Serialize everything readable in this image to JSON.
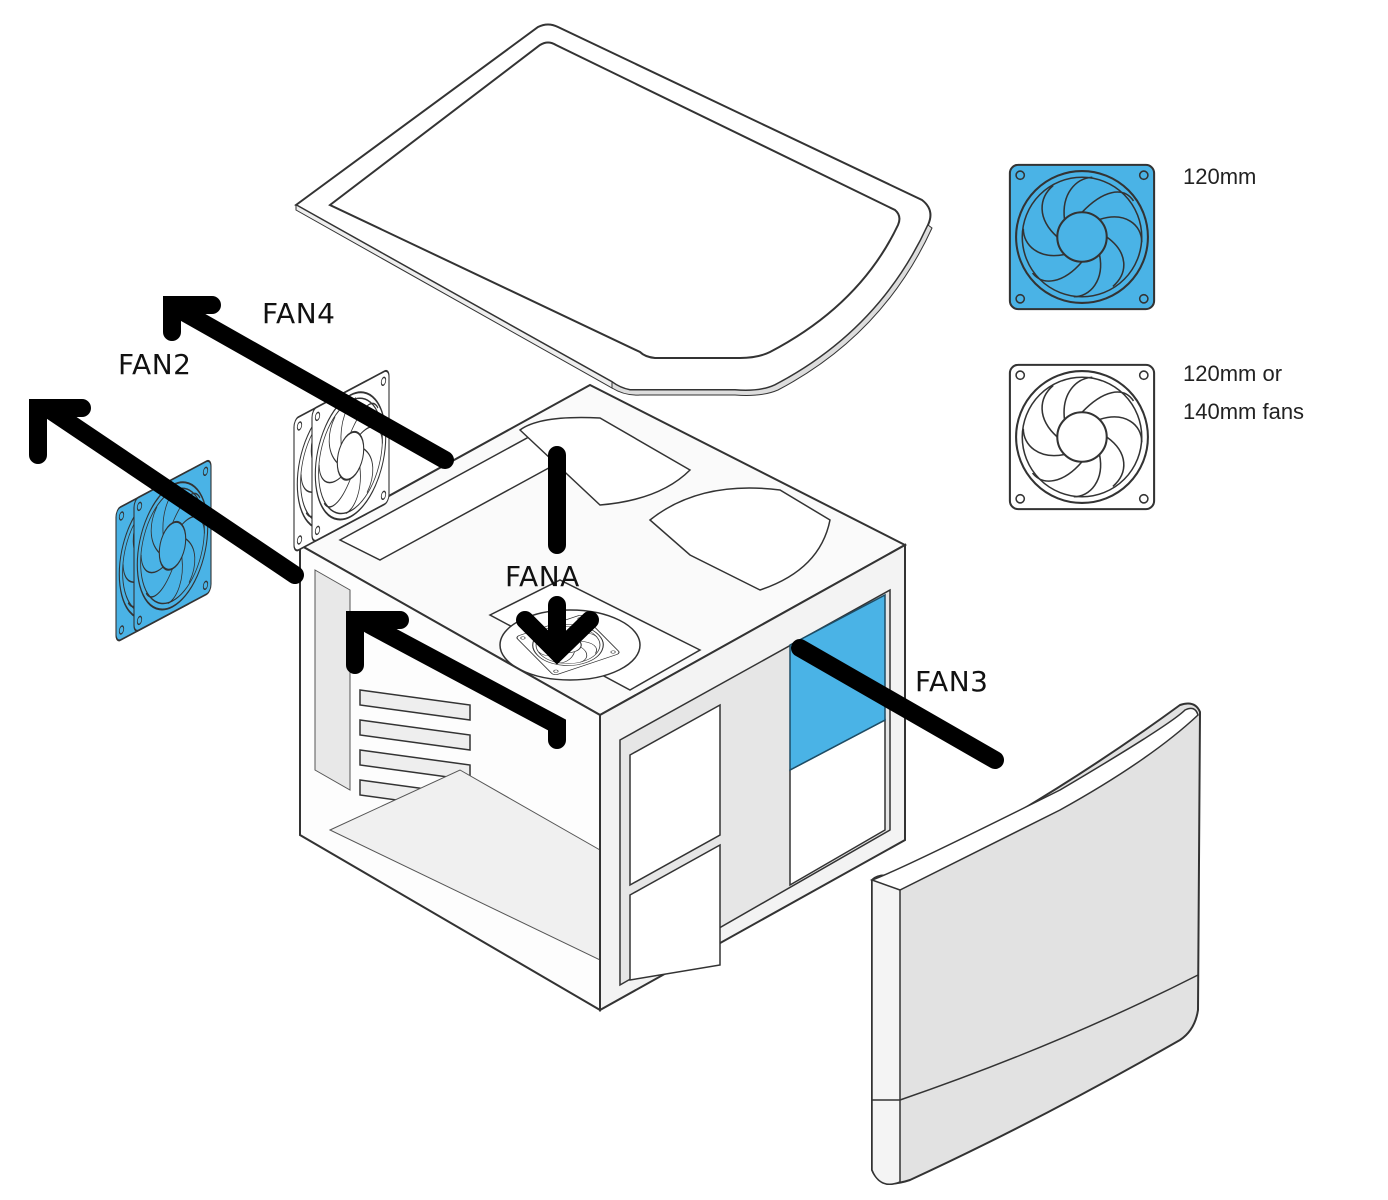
{
  "diagram": {
    "title": "",
    "colors": {
      "fan_highlight": "#4ab3e6",
      "fan_highlight_dark": "#2f8fc0",
      "fan_plain": "#ffffff",
      "arrow": "#000000",
      "panel_gray": "#e2e2e2",
      "line": "#333333"
    },
    "labels": {
      "fan2": "FAN2",
      "fan4": "FAN4",
      "fana": "FANA",
      "fan3": "FAN3"
    },
    "legend": [
      {
        "swatch": "blue-fan",
        "text_lines": [
          "120mm"
        ]
      },
      {
        "swatch": "white-fan",
        "text_lines": [
          "120mm or",
          "140mm fans"
        ]
      }
    ],
    "components": [
      {
        "name": "top-panel",
        "description": "Top cover panel"
      },
      {
        "name": "chassis",
        "description": "Case chassis frame"
      },
      {
        "name": "front-panel",
        "description": "Front bezel"
      },
      {
        "name": "fan2",
        "type": "120mm",
        "airflow": "exhaust-rear"
      },
      {
        "name": "fan4",
        "type": "120mm or 140mm",
        "airflow": "exhaust-rear"
      },
      {
        "name": "fana",
        "type": "120mm or 140mm",
        "airflow": "intake-top"
      },
      {
        "name": "fan3",
        "type": "120mm",
        "airflow": "intake-front"
      }
    ]
  }
}
